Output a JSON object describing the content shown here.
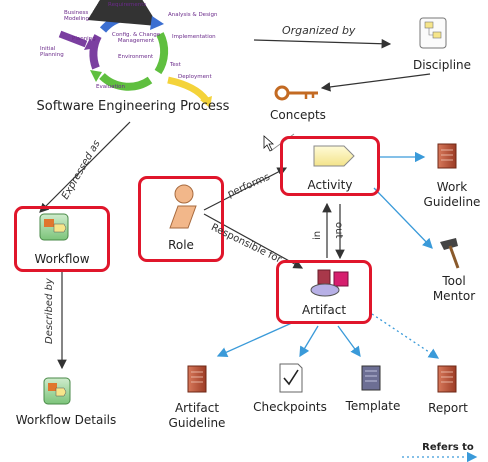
{
  "colors": {
    "highlight": "#e0162b",
    "arrow_blue": "#3a9ad9",
    "arrow_dark": "#333333",
    "cycle_purple": "#7b3fa0",
    "cycle_blue": "#3c6fd1",
    "cycle_green": "#5fbf3f",
    "cycle_yellow": "#f4d33a"
  },
  "process": {
    "label": "Software Engineering Process",
    "cycle_labels": [
      "Requirements",
      "Analysis & Design",
      "Implementation",
      "Test",
      "Deployment",
      "Environment",
      "Evaluation",
      "Planning",
      "Initial Planning",
      "Business Modeling",
      "Config. & Change Management"
    ]
  },
  "nodes": {
    "discipline": {
      "label": "Discipline",
      "icon": "discipline-flow-icon"
    },
    "concepts": {
      "label": "Concepts",
      "icon": "key-icon"
    },
    "activity": {
      "label": "Activity",
      "icon": "activity-tag-icon"
    },
    "role": {
      "label": "Role",
      "icon": "role-person-icon"
    },
    "workflow": {
      "label": "Workflow",
      "icon": "workflow-icon"
    },
    "artifact": {
      "label": "Artifact",
      "icon": "artifact-icon"
    },
    "work_guideline": {
      "label_line1": "Work",
      "label_line2": "Guideline",
      "icon": "document-icon"
    },
    "tool_mentor": {
      "label_line1": "Tool",
      "label_line2": "Mentor",
      "icon": "hammer-icon"
    },
    "workflow_details": {
      "label": "Workflow Details",
      "icon": "workflow-icon"
    },
    "artifact_guideline": {
      "label_line1": "Artifact",
      "label_line2": "Guideline",
      "icon": "document-icon"
    },
    "checkpoints": {
      "label": "Checkpoints",
      "icon": "checklist-icon"
    },
    "template": {
      "label": "Template",
      "icon": "template-icon"
    },
    "report": {
      "label": "Report",
      "icon": "document-icon"
    }
  },
  "edges": {
    "organized_by": "Organized by",
    "expressed_as": "Expressed as",
    "performs": "performs",
    "responsible_for": "Responsible for",
    "in": "in",
    "out": "out",
    "described_by": "Described by"
  },
  "legend": {
    "refers_to": "Refers to"
  }
}
